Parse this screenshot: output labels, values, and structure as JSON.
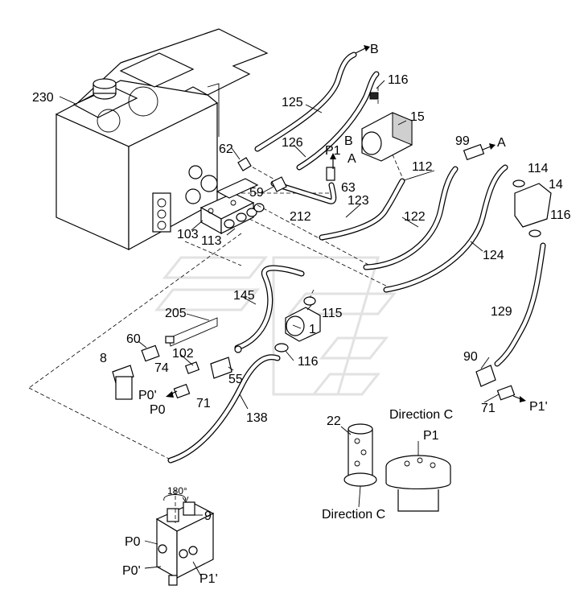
{
  "labels": {
    "p230": "230",
    "p125": "125",
    "p126": "126",
    "p116a": "116",
    "p15": "15",
    "pB_top": "B",
    "pB_pump": "B",
    "pA_pump": "A",
    "pA_right": "A",
    "p99": "99",
    "p62": "62",
    "pP1_top": "P1",
    "p63": "63",
    "p112": "112",
    "p59": "59",
    "p114": "114",
    "p14": "14",
    "p116b": "116",
    "p123": "123",
    "p122": "122",
    "p212": "212",
    "p103": "103",
    "p113": "113",
    "p124": "124",
    "p145": "145",
    "p115": "115",
    "p205": "205",
    "p1": "1",
    "p129": "129",
    "p60": "60",
    "p102": "102",
    "p116c": "116",
    "p8": "8",
    "p74": "74",
    "p55": "55",
    "p90": "90",
    "pP0a": "P0'",
    "pP0b": "P0",
    "p71a": "71",
    "p71b": "71",
    "pP1b": "P1'",
    "p138": "138",
    "p22": "22",
    "dirC_top": "Direction C",
    "pP1c": "P1",
    "dirC_bottom": "Direction C",
    "angle": "180°",
    "p9": "9",
    "pP0c": "P0",
    "pP0d": "P0'",
    "pP1d": "P1'"
  }
}
